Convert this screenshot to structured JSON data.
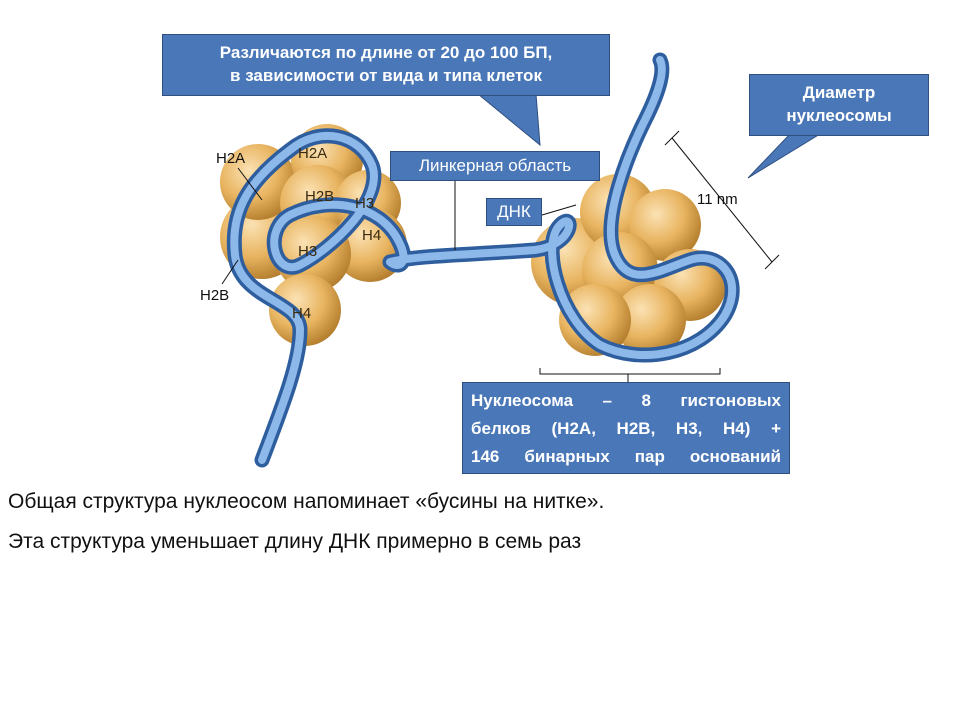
{
  "callouts": {
    "length": [
      "Различаются по длине от 20 до 100 БП,",
      "в зависимости от вида и типа клеток"
    ],
    "diameter": [
      "Диаметр",
      "нуклеосомы"
    ],
    "linker": "Линкерная область",
    "dna": "ДНК",
    "nucleosome": [
      "Нуклеосома – 8 гистоновых",
      "белков (H2A, H2B, H3, H4) +",
      "146 бинарных пар оснований"
    ]
  },
  "histones": {
    "top_label": "H2A",
    "h2b": "H2B",
    "h3_right": "H3",
    "h4_right": "H4",
    "h3_center": "H3",
    "h4_bottom": "H4"
  },
  "side_labels": {
    "h2a": "H2A",
    "h2b": "H2B"
  },
  "dimension": "11 nm",
  "text_lines": [
    "Общая структура нуклеосом напоминает «бусины на нитке».",
    "Эта структура уменьшает длину ДНК примерно в семь раз"
  ],
  "colors": {
    "callout_bg": "#4a77b7",
    "dna": "#5a8fd0",
    "histone": "#e8b460"
  }
}
